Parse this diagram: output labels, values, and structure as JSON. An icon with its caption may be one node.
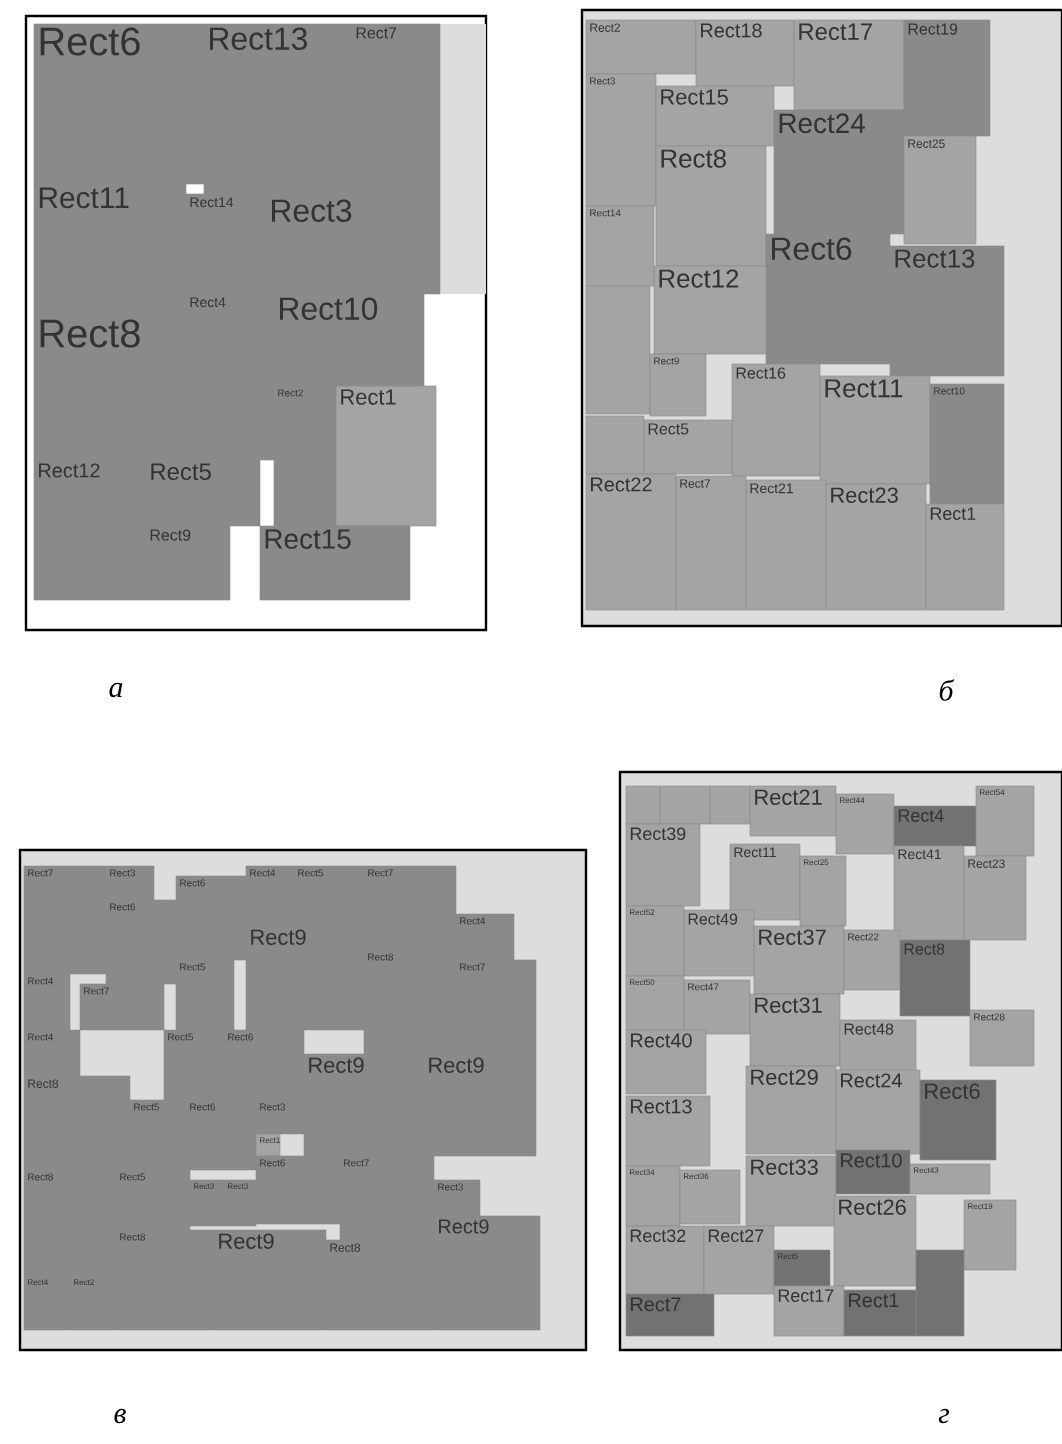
{
  "diagram": {
    "nodes": [
      {
        "text": [],
        "shape": "box",
        "beside": [
          "а"
        ]
      },
      {
        "text": [
          "Rect6"
        ],
        "in": 0
      },
      {
        "text": [
          "Rect13"
        ],
        "in": 0
      },
      {
        "text": [
          "Rect7"
        ],
        "in": 0
      },
      {
        "text": [
          "Rect11"
        ],
        "in": 0
      },
      {
        "text": [
          "Rect14"
        ],
        "in": 0
      },
      {
        "text": [
          "Rect3"
        ],
        "in": 0
      },
      {
        "text": [
          "Rect4"
        ],
        "in": 0
      },
      {
        "text": [
          "Rect10"
        ],
        "in": 0
      },
      {
        "text": [
          "Rect8"
        ],
        "in": 0
      },
      {
        "text": [
          "Rect2"
        ],
        "in": 0
      },
      {
        "text": [
          "Rect1"
        ],
        "in": 0
      },
      {
        "text": [
          "Rect12"
        ],
        "in": 0
      },
      {
        "text": [
          "Rect5"
        ],
        "in": 0
      },
      {
        "text": [
          "Rect9"
        ],
        "in": 0
      },
      {
        "text": [
          "Rect15"
        ],
        "in": 0
      },
      {
        "text": [],
        "shape": "box",
        "beside": [
          "б"
        ]
      },
      {
        "text": [
          "Rect2"
        ],
        "in": 16
      },
      {
        "text": [
          "Rect18"
        ],
        "in": 16
      },
      {
        "text": [
          "Rect17"
        ],
        "in": 16
      },
      {
        "text": [
          "Rect19"
        ],
        "in": 16
      },
      {
        "text": [
          "Rect3"
        ],
        "in": 16
      },
      {
        "text": [
          "Rect15"
        ],
        "in": 16
      },
      {
        "text": [
          "Rect24"
        ],
        "in": 16
      },
      {
        "text": [
          "Rect25"
        ],
        "in": 16
      },
      {
        "text": [
          "Rect8"
        ],
        "in": 16
      },
      {
        "text": [
          "Rect14"
        ],
        "in": 16
      },
      {
        "text": [
          "Rect6"
        ],
        "in": 16
      },
      {
        "text": [
          "Rect13"
        ],
        "in": 16
      },
      {
        "text": [
          "Rect12"
        ],
        "in": 16
      },
      {
        "text": [],
        "shape": "box",
        "in": 16
      },
      {
        "text": [
          "Rect9"
        ],
        "in": 16
      },
      {
        "text": [
          "Rect16"
        ],
        "in": 16
      },
      {
        "text": [
          "Rect11"
        ],
        "in": 16
      },
      {
        "text": [
          "Rect10"
        ],
        "in": 16
      },
      {
        "text": [],
        "shape": "box",
        "in": 16
      },
      {
        "text": [
          "Rect5"
        ],
        "in": 16
      },
      {
        "text": [
          "Rect22"
        ],
        "in": 16
      },
      {
        "text": [
          "Rect7"
        ],
        "in": 16
      },
      {
        "text": [
          "Rect21"
        ],
        "in": 16
      },
      {
        "text": [
          "Rect23"
        ],
        "in": 16
      },
      {
        "text": [
          "Rect1"
        ],
        "in": 16
      },
      {
        "text": [],
        "shape": "box",
        "beside": [
          "в"
        ]
      },
      {
        "text": [
          "Rect7"
        ],
        "in": 42
      },
      {
        "text": [
          "Rect3"
        ],
        "in": 42
      },
      {
        "text": [
          "Rect6"
        ],
        "in": 42
      },
      {
        "text": [
          "Rect4"
        ],
        "in": 42
      },
      {
        "text": [
          "Rect5"
        ],
        "in": 42
      },
      {
        "text": [
          "Rect7"
        ],
        "in": 42
      },
      {
        "text": [
          "Rect6"
        ],
        "in": 42
      },
      {
        "text": [
          "Rect9"
        ],
        "in": 42
      },
      {
        "text": [
          "Rect4"
        ],
        "in": 42
      },
      {
        "text": [
          "Rect8"
        ],
        "in": 42
      },
      {
        "text": [
          "Rect7"
        ],
        "in": 42
      },
      {
        "text": [
          "Rect5"
        ],
        "in": 42
      },
      {
        "text": [
          "Rect4"
        ],
        "in": 42
      },
      {
        "text": [
          "Rect7"
        ],
        "in": 42
      },
      {
        "text": [
          "Rect4"
        ],
        "in": 42
      },
      {
        "text": [
          "Rect5"
        ],
        "in": 42
      },
      {
        "text": [
          "Rect6"
        ],
        "in": 42
      },
      {
        "text": [
          "Rect9"
        ],
        "in": 42
      },
      {
        "text": [
          "Rect9"
        ],
        "in": 42
      },
      {
        "text": [
          "Rect8"
        ],
        "in": 42
      },
      {
        "text": [
          "Rect5"
        ],
        "in": 42
      },
      {
        "text": [
          "Rect6"
        ],
        "in": 42
      },
      {
        "text": [
          "Rect3"
        ],
        "in": 42
      },
      {
        "text": [
          "Rect1"
        ],
        "in": 42
      },
      {
        "text": [
          "Rect6"
        ],
        "in": 42
      },
      {
        "text": [
          "Rect7"
        ],
        "in": 42
      },
      {
        "text": [
          "Rect3"
        ],
        "in": 42
      },
      {
        "text": [
          "Rect8"
        ],
        "in": 42
      },
      {
        "text": [
          "Rect5"
        ],
        "in": 42
      },
      {
        "text": [
          "Rect3"
        ],
        "in": 42
      },
      {
        "text": [
          "Rect3"
        ],
        "in": 42
      },
      {
        "text": [
          "Rect8"
        ],
        "in": 42
      },
      {
        "text": [
          "Rect9"
        ],
        "in": 42
      },
      {
        "text": [
          "Rect8"
        ],
        "in": 42
      },
      {
        "text": [
          "Rect9"
        ],
        "in": 42
      },
      {
        "text": [
          "Rect4"
        ],
        "in": 42
      },
      {
        "text": [
          "Rect2"
        ],
        "in": 42
      },
      {
        "text": [],
        "shape": "box",
        "beside": [
          "г"
        ]
      },
      {
        "text": [],
        "shape": "box",
        "in": 80
      },
      {
        "text": [],
        "shape": "box",
        "in": 80
      },
      {
        "text": [],
        "shape": "box",
        "in": 80
      },
      {
        "text": [
          "Rect21"
        ],
        "in": 80
      },
      {
        "text": [
          "Rect44"
        ],
        "in": 80
      },
      {
        "text": [
          "Rect4"
        ],
        "in": 80
      },
      {
        "text": [
          "Rect54"
        ],
        "in": 80
      },
      {
        "text": [
          "Rect39"
        ],
        "in": 80
      },
      {
        "text": [
          "Rect11"
        ],
        "in": 80
      },
      {
        "text": [
          "Rect25"
        ],
        "in": 80
      },
      {
        "text": [
          "Rect41"
        ],
        "in": 80
      },
      {
        "text": [
          "Rect23"
        ],
        "in": 80
      },
      {
        "text": [
          "Rect52"
        ],
        "in": 80
      },
      {
        "text": [
          "Rect49"
        ],
        "in": 80
      },
      {
        "text": [
          "Rect37"
        ],
        "in": 80
      },
      {
        "text": [
          "Rect22"
        ],
        "in": 80
      },
      {
        "text": [
          "Rect8"
        ],
        "in": 80
      },
      {
        "text": [
          "Rect50"
        ],
        "in": 80
      },
      {
        "text": [
          "Rect47"
        ],
        "in": 80
      },
      {
        "text": [
          "Rect31"
        ],
        "in": 80
      },
      {
        "text": [
          "Rect48"
        ],
        "in": 80
      },
      {
        "text": [
          "Rect28"
        ],
        "in": 80
      },
      {
        "text": [
          "Rect40"
        ],
        "in": 80
      },
      {
        "text": [
          "Rect29"
        ],
        "in": 80
      },
      {
        "text": [
          "Rect24"
        ],
        "in": 80
      },
      {
        "text": [
          "Rect6"
        ],
        "in": 80
      },
      {
        "text": [
          "Rect13"
        ],
        "in": 80
      },
      {
        "text": [
          "Rect33"
        ],
        "in": 80
      },
      {
        "text": [
          "Rect10"
        ],
        "in": 80
      },
      {
        "text": [
          "Rect43"
        ],
        "in": 80
      },
      {
        "text": [
          "Rect34"
        ],
        "in": 80
      },
      {
        "text": [
          "Rect36"
        ],
        "in": 80
      },
      {
        "text": [
          "Rect26"
        ],
        "in": 80
      },
      {
        "text": [
          "Rect19"
        ],
        "in": 80
      },
      {
        "text": [
          "Rect32"
        ],
        "in": 80
      },
      {
        "text": [
          "Rect27"
        ],
        "in": 80
      },
      {
        "text": [
          "Rect5"
        ],
        "in": 80
      },
      {
        "text": [],
        "shape": "box",
        "in": 80
      },
      {
        "text": [
          "Rect17"
        ],
        "in": 80
      },
      {
        "text": [
          "Rect1"
        ],
        "in": 80
      },
      {
        "text": [
          "Rect7"
        ],
        "in": 80
      }
    ]
  }
}
